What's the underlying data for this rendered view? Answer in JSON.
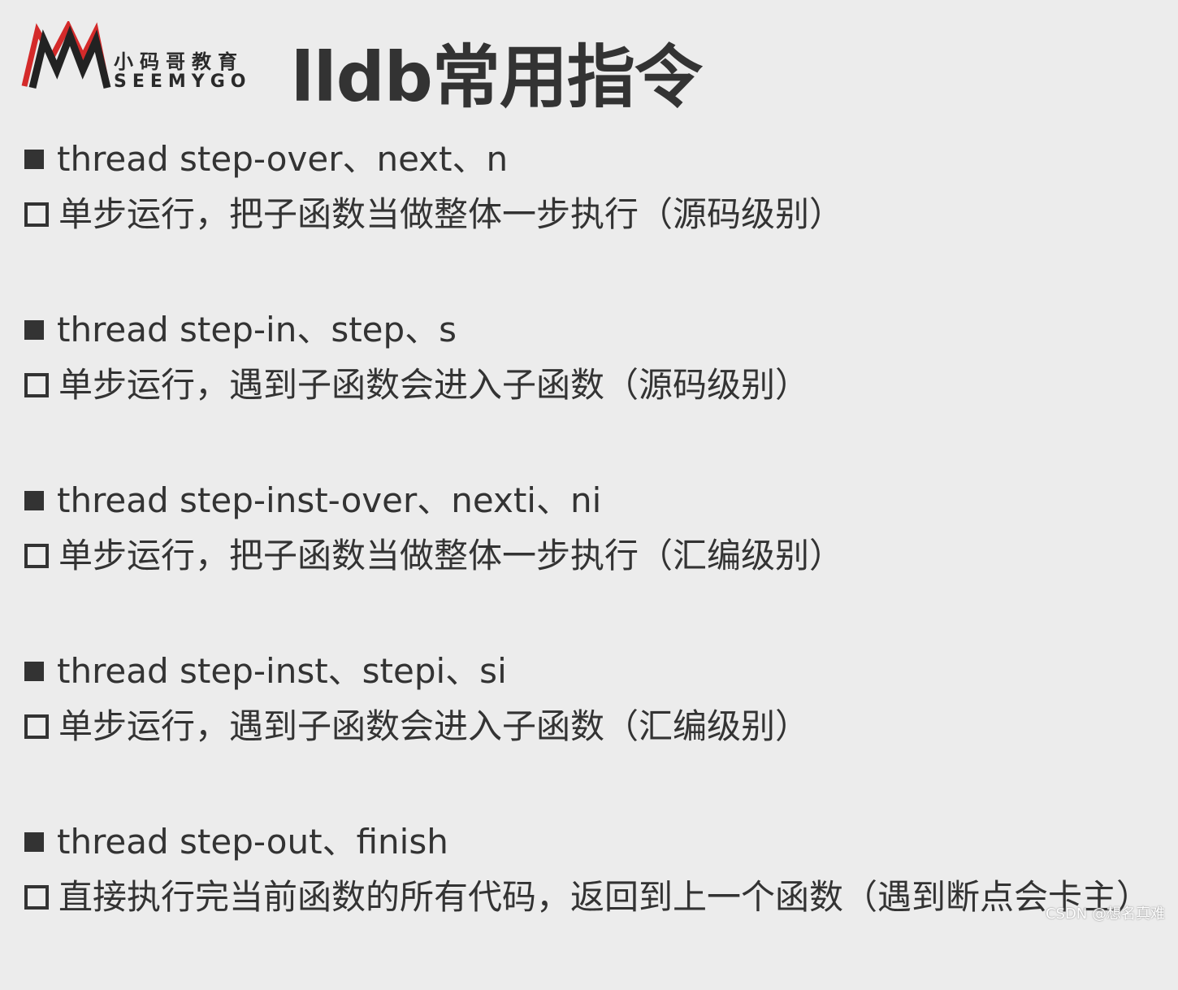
{
  "logo": {
    "cn": "小码哥教育",
    "en": "SEEMYGO",
    "colors": {
      "red": "#d42a2a",
      "dark": "#222222"
    }
  },
  "title": "lldb常用指令",
  "items": [
    {
      "command": "thread step-over、next、n",
      "description": "单步运行，把子函数当做整体一步执行（源码级别）"
    },
    {
      "command": "thread step-in、step、s",
      "description": "单步运行，遇到子函数会进入子函数（源码级别）"
    },
    {
      "command": "thread step-inst-over、nexti、ni",
      "description": "单步运行，把子函数当做整体一步执行（汇编级别）"
    },
    {
      "command": "thread step-inst、stepi、si",
      "description": "单步运行，遇到子函数会进入子函数（汇编级别）"
    },
    {
      "command": "thread step-out、finish",
      "description": "直接执行完当前函数的所有代码，返回到上一个函数（遇到断点会卡主）"
    }
  ],
  "watermark": "CSDN @想名真难"
}
